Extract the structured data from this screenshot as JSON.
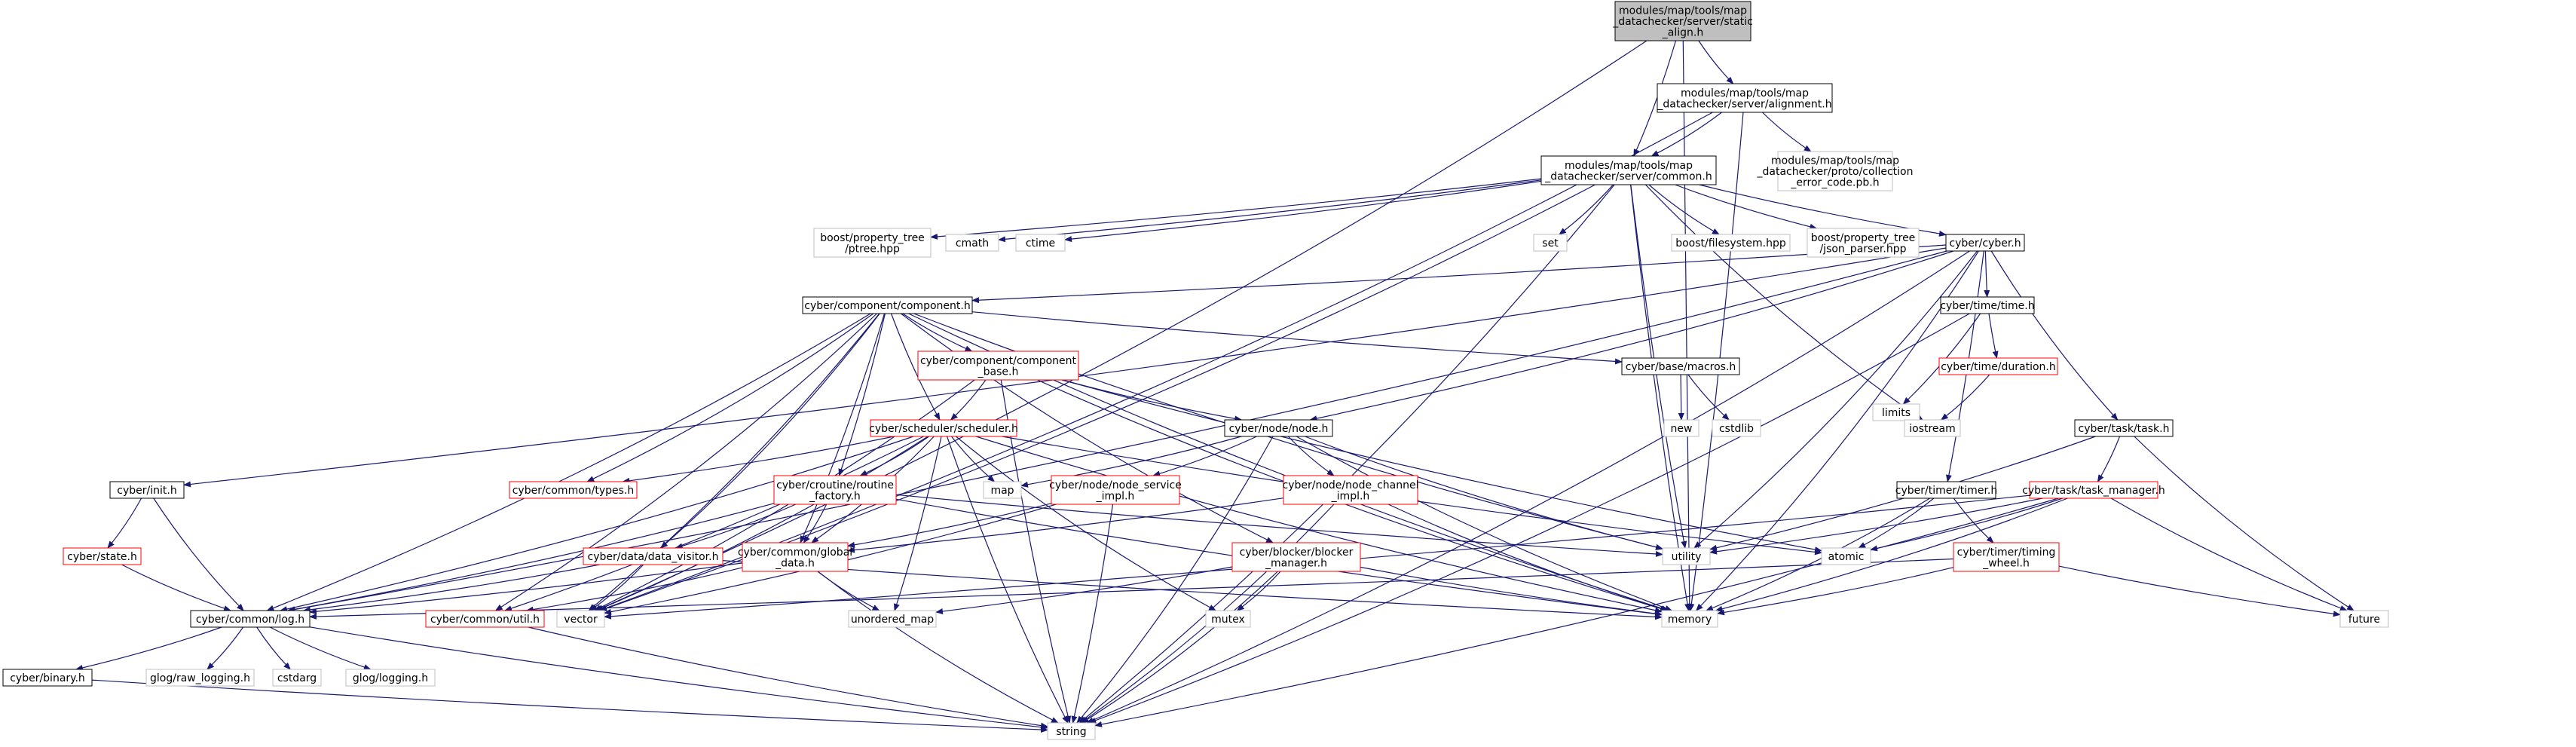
{
  "colors": {
    "edge": "#191970",
    "root_fill": "#bfbfbf",
    "border_doc": "#000000",
    "border_partial": "#ff0000",
    "border_external": "#bfbfbf",
    "text": "#000000"
  },
  "nodes": [
    {
      "id": "static_align",
      "kind": "root",
      "lines": [
        "modules/map/tools/map",
        "_datachecker/server/static",
        "_align.h"
      ]
    },
    {
      "id": "alignment",
      "kind": "doc",
      "lines": [
        "modules/map/tools/map",
        "_datachecker/server/alignment.h"
      ]
    },
    {
      "id": "collection_error",
      "kind": "external",
      "lines": [
        "modules/map/tools/map",
        "_datachecker/proto/collection",
        "_error_code.pb.h"
      ]
    },
    {
      "id": "common",
      "kind": "doc",
      "lines": [
        "modules/map/tools/map",
        "_datachecker/server/common.h"
      ]
    },
    {
      "id": "ptree",
      "kind": "external",
      "lines": [
        "boost/property_tree",
        "/ptree.hpp"
      ]
    },
    {
      "id": "cmath",
      "kind": "external",
      "lines": [
        "cmath"
      ]
    },
    {
      "id": "ctime",
      "kind": "external",
      "lines": [
        "ctime"
      ]
    },
    {
      "id": "set",
      "kind": "external",
      "lines": [
        "set"
      ]
    },
    {
      "id": "filesystem",
      "kind": "external",
      "lines": [
        "boost/filesystem.hpp"
      ]
    },
    {
      "id": "json_parser",
      "kind": "external",
      "lines": [
        "boost/property_tree",
        "/json_parser.hpp"
      ]
    },
    {
      "id": "cyber",
      "kind": "doc",
      "lines": [
        "cyber/cyber.h"
      ]
    },
    {
      "id": "component",
      "kind": "doc",
      "lines": [
        "cyber/component/component.h"
      ]
    },
    {
      "id": "time",
      "kind": "doc",
      "lines": [
        "cyber/time/time.h"
      ]
    },
    {
      "id": "component_base",
      "kind": "partial",
      "lines": [
        "cyber/component/component",
        "_base.h"
      ]
    },
    {
      "id": "macros",
      "kind": "doc",
      "lines": [
        "cyber/base/macros.h"
      ]
    },
    {
      "id": "limits",
      "kind": "external",
      "lines": [
        "limits"
      ]
    },
    {
      "id": "duration",
      "kind": "partial",
      "lines": [
        "cyber/time/duration.h"
      ]
    },
    {
      "id": "new",
      "kind": "external",
      "lines": [
        "new"
      ]
    },
    {
      "id": "cstdlib",
      "kind": "external",
      "lines": [
        "cstdlib"
      ]
    },
    {
      "id": "iostream",
      "kind": "external",
      "lines": [
        "iostream"
      ]
    },
    {
      "id": "scheduler",
      "kind": "partial",
      "lines": [
        "cyber/scheduler/scheduler.h"
      ]
    },
    {
      "id": "node",
      "kind": "doc",
      "lines": [
        "cyber/node/node.h"
      ]
    },
    {
      "id": "task",
      "kind": "doc",
      "lines": [
        "cyber/task/task.h"
      ]
    },
    {
      "id": "types",
      "kind": "partial",
      "lines": [
        "cyber/common/types.h"
      ]
    },
    {
      "id": "map",
      "kind": "external",
      "lines": [
        "map"
      ]
    },
    {
      "id": "init",
      "kind": "doc",
      "lines": [
        "cyber/init.h"
      ]
    },
    {
      "id": "routine_factory",
      "kind": "partial",
      "lines": [
        "cyber/croutine/routine",
        "_factory.h"
      ]
    },
    {
      "id": "node_service",
      "kind": "partial",
      "lines": [
        "cyber/node/node_service",
        "_impl.h"
      ]
    },
    {
      "id": "node_channel",
      "kind": "partial",
      "lines": [
        "cyber/node/node_channel",
        "_impl.h"
      ]
    },
    {
      "id": "timer",
      "kind": "doc",
      "lines": [
        "cyber/timer/timer.h"
      ]
    },
    {
      "id": "task_manager",
      "kind": "partial",
      "lines": [
        "cyber/task/task_manager.h"
      ]
    },
    {
      "id": "state",
      "kind": "partial",
      "lines": [
        "cyber/state.h"
      ]
    },
    {
      "id": "data_visitor",
      "kind": "partial",
      "lines": [
        "cyber/data/data_visitor.h"
      ]
    },
    {
      "id": "global_data",
      "kind": "partial",
      "lines": [
        "cyber/common/global",
        "_data.h"
      ]
    },
    {
      "id": "utility",
      "kind": "external",
      "lines": [
        "utility"
      ]
    },
    {
      "id": "atomic",
      "kind": "external",
      "lines": [
        "atomic"
      ]
    },
    {
      "id": "blocker_manager",
      "kind": "partial",
      "lines": [
        "cyber/blocker/blocker",
        "_manager.h"
      ]
    },
    {
      "id": "timing_wheel",
      "kind": "partial",
      "lines": [
        "cyber/timer/timing",
        "_wheel.h"
      ]
    },
    {
      "id": "log",
      "kind": "doc",
      "lines": [
        "cyber/common/log.h"
      ]
    },
    {
      "id": "util",
      "kind": "partial",
      "lines": [
        "cyber/common/util.h"
      ]
    },
    {
      "id": "vector",
      "kind": "external",
      "lines": [
        "vector"
      ]
    },
    {
      "id": "unordered_map",
      "kind": "external",
      "lines": [
        "unordered_map"
      ]
    },
    {
      "id": "mutex",
      "kind": "external",
      "lines": [
        "mutex"
      ]
    },
    {
      "id": "memory",
      "kind": "external",
      "lines": [
        "memory"
      ]
    },
    {
      "id": "future",
      "kind": "external",
      "lines": [
        "future"
      ]
    },
    {
      "id": "binary",
      "kind": "doc",
      "lines": [
        "cyber/binary.h"
      ]
    },
    {
      "id": "raw_logging",
      "kind": "external",
      "lines": [
        "glog/raw_logging.h"
      ]
    },
    {
      "id": "cstdarg",
      "kind": "external",
      "lines": [
        "cstdarg"
      ]
    },
    {
      "id": "logging",
      "kind": "external",
      "lines": [
        "glog/logging.h"
      ]
    },
    {
      "id": "string",
      "kind": "external",
      "lines": [
        "string"
      ]
    }
  ],
  "edges": [
    [
      "static_align",
      "alignment"
    ],
    [
      "static_align",
      "common"
    ],
    [
      "static_align",
      "vector"
    ],
    [
      "static_align",
      "memory"
    ],
    [
      "alignment",
      "common"
    ],
    [
      "alignment",
      "collection_error"
    ],
    [
      "alignment",
      "vector"
    ],
    [
      "alignment",
      "memory"
    ],
    [
      "common",
      "ptree"
    ],
    [
      "common",
      "cmath"
    ],
    [
      "common",
      "ctime"
    ],
    [
      "common",
      "set"
    ],
    [
      "common",
      "filesystem"
    ],
    [
      "common",
      "json_parser"
    ],
    [
      "common",
      "cyber"
    ],
    [
      "common",
      "iostream"
    ],
    [
      "common",
      "utility"
    ],
    [
      "common",
      "memory"
    ],
    [
      "common",
      "string"
    ],
    [
      "common",
      "vector"
    ],
    [
      "cyber",
      "component"
    ],
    [
      "cyber",
      "time"
    ],
    [
      "cyber",
      "init"
    ],
    [
      "cyber",
      "node"
    ],
    [
      "cyber",
      "task"
    ],
    [
      "cyber",
      "timer"
    ],
    [
      "cyber",
      "log"
    ],
    [
      "cyber",
      "utility"
    ],
    [
      "cyber",
      "memory"
    ],
    [
      "cyber",
      "string"
    ],
    [
      "component",
      "component_base"
    ],
    [
      "component",
      "macros"
    ],
    [
      "component",
      "scheduler"
    ],
    [
      "component",
      "types"
    ],
    [
      "component",
      "routine_factory"
    ],
    [
      "component",
      "data_visitor"
    ],
    [
      "component",
      "global_data"
    ],
    [
      "component",
      "blocker_manager"
    ],
    [
      "component",
      "log"
    ],
    [
      "component",
      "vector"
    ],
    [
      "component",
      "utility"
    ],
    [
      "component",
      "memory"
    ],
    [
      "component",
      "util"
    ],
    [
      "component_base",
      "scheduler"
    ],
    [
      "component_base",
      "node"
    ],
    [
      "component_base",
      "atomic"
    ],
    [
      "component_base",
      "memory"
    ],
    [
      "component_base",
      "string"
    ],
    [
      "component_base",
      "vector"
    ],
    [
      "macros",
      "new"
    ],
    [
      "macros",
      "cstdlib"
    ],
    [
      "time",
      "limits"
    ],
    [
      "time",
      "duration"
    ],
    [
      "time",
      "string"
    ],
    [
      "duration",
      "iostream"
    ],
    [
      "scheduler",
      "types"
    ],
    [
      "scheduler",
      "routine_factory"
    ],
    [
      "scheduler",
      "global_data"
    ],
    [
      "scheduler",
      "log"
    ],
    [
      "scheduler",
      "map"
    ],
    [
      "scheduler",
      "unordered_map"
    ],
    [
      "scheduler",
      "mutex"
    ],
    [
      "scheduler",
      "atomic"
    ],
    [
      "scheduler",
      "string"
    ],
    [
      "scheduler",
      "memory"
    ],
    [
      "scheduler",
      "vector"
    ],
    [
      "scheduler",
      "util"
    ],
    [
      "node",
      "map"
    ],
    [
      "node",
      "node_service"
    ],
    [
      "node",
      "node_channel"
    ],
    [
      "node",
      "memory"
    ],
    [
      "node",
      "string"
    ],
    [
      "node",
      "utility"
    ],
    [
      "node_service",
      "global_data"
    ],
    [
      "node_service",
      "string"
    ],
    [
      "node_service",
      "vector"
    ],
    [
      "node_channel",
      "global_data"
    ],
    [
      "node_channel",
      "memory"
    ],
    [
      "node_channel",
      "string"
    ],
    [
      "routine_factory",
      "data_visitor"
    ],
    [
      "routine_factory",
      "global_data"
    ],
    [
      "routine_factory",
      "log"
    ],
    [
      "routine_factory",
      "utility"
    ],
    [
      "routine_factory",
      "memory"
    ],
    [
      "data_visitor",
      "log"
    ],
    [
      "data_visitor",
      "vector"
    ],
    [
      "data_visitor",
      "memory"
    ],
    [
      "global_data",
      "log"
    ],
    [
      "global_data",
      "util"
    ],
    [
      "global_data",
      "unordered_map"
    ],
    [
      "global_data",
      "string"
    ],
    [
      "blocker_manager",
      "unordered_map"
    ],
    [
      "blocker_manager",
      "mutex"
    ],
    [
      "blocker_manager",
      "memory"
    ],
    [
      "blocker_manager",
      "string"
    ],
    [
      "init",
      "state"
    ],
    [
      "init",
      "log"
    ],
    [
      "state",
      "log"
    ],
    [
      "task",
      "task_manager"
    ],
    [
      "task",
      "utility"
    ],
    [
      "task",
      "future"
    ],
    [
      "task_manager",
      "atomic"
    ],
    [
      "task_manager",
      "future"
    ],
    [
      "task_manager",
      "memory"
    ],
    [
      "task_manager",
      "string"
    ],
    [
      "task_manager",
      "vector"
    ],
    [
      "task_manager",
      "utility"
    ],
    [
      "timer",
      "timing_wheel"
    ],
    [
      "timer",
      "atomic"
    ],
    [
      "timer",
      "memory"
    ],
    [
      "timing_wheel",
      "future"
    ],
    [
      "timing_wheel",
      "memory"
    ],
    [
      "timing_wheel",
      "log"
    ],
    [
      "util",
      "string"
    ],
    [
      "log",
      "binary"
    ],
    [
      "log",
      "raw_logging"
    ],
    [
      "log",
      "cstdarg"
    ],
    [
      "log",
      "logging"
    ],
    [
      "log",
      "string"
    ],
    [
      "binary",
      "string"
    ]
  ]
}
